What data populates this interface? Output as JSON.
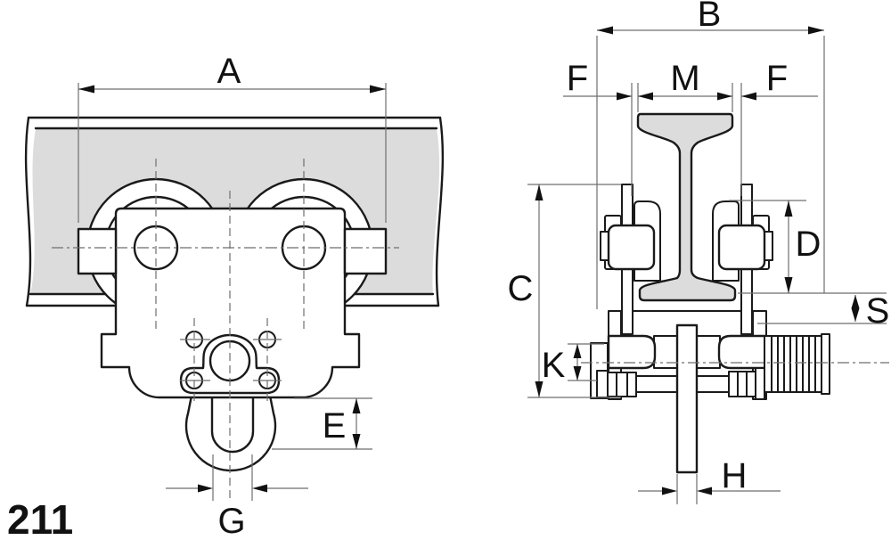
{
  "drawing": {
    "figure_number": "211",
    "dimension_labels": {
      "a": "A",
      "b": "B",
      "c": "C",
      "d": "D",
      "e": "E",
      "f_left": "F",
      "m": "M",
      "f_right": "F",
      "g": "G",
      "h": "H",
      "k": "K",
      "s": "S"
    }
  },
  "colors": {
    "outline": "#1a1a1a",
    "steel": "#dcdcdc",
    "dim": "#6e6e6e",
    "text": "#111111",
    "bg": "#ffffff"
  }
}
